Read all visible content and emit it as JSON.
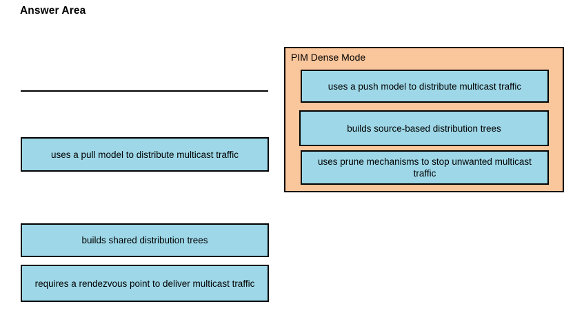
{
  "page": {
    "title": "Answer Area",
    "background_color": "#ffffff"
  },
  "colors": {
    "tile_fill": "#9ed8e8",
    "panel_fill": "#fac69c",
    "border": "#000000",
    "text": "#000000"
  },
  "answer_area": {
    "separator_visible": true,
    "unplaced_options": [
      {
        "label": "uses a pull model to distribute multicast traffic"
      },
      {
        "label": "builds shared distribution trees"
      },
      {
        "label": "requires a rendezvous point to deliver multicast traffic"
      }
    ]
  },
  "drop_zone": {
    "title": "PIM Dense Mode",
    "placed_options": [
      {
        "label": "uses a push model to distribute multicast traffic"
      },
      {
        "label": "builds source-based distribution trees"
      },
      {
        "label": "uses prune mechanisms to stop unwanted multicast traffic"
      }
    ]
  }
}
